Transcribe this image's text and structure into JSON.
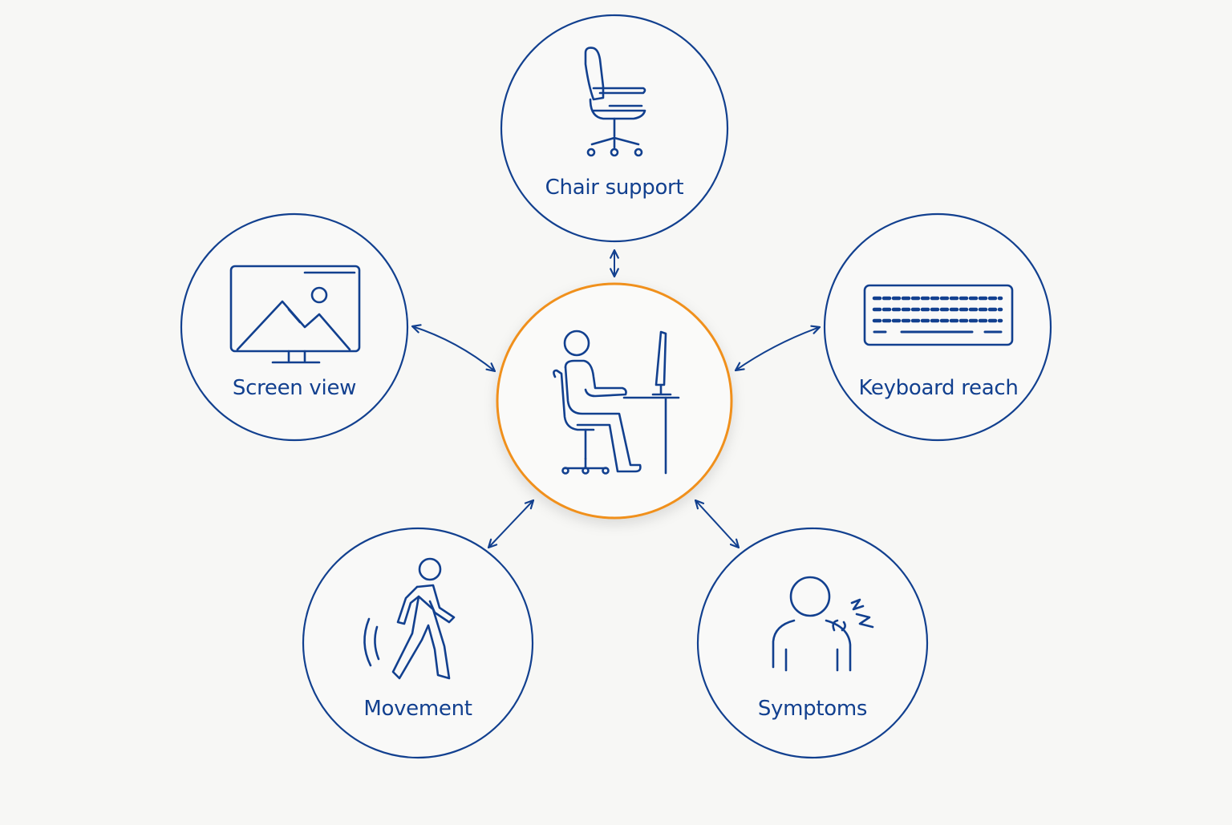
{
  "colors": {
    "primary": "#12408f",
    "accent": "#f0901e",
    "background": "#f7f7f5"
  },
  "center": {
    "icon": "person-at-desk-icon"
  },
  "nodes": [
    {
      "id": "chair-support",
      "label": "Chair support",
      "icon": "office-chair-icon"
    },
    {
      "id": "screen-view",
      "label": "Screen view",
      "icon": "monitor-icon"
    },
    {
      "id": "keyboard-reach",
      "label": "Keyboard reach",
      "icon": "keyboard-icon"
    },
    {
      "id": "movement",
      "label": "Movement",
      "icon": "walking-person-icon"
    },
    {
      "id": "symptoms",
      "label": "Symptoms",
      "icon": "neck-pain-icon"
    }
  ]
}
